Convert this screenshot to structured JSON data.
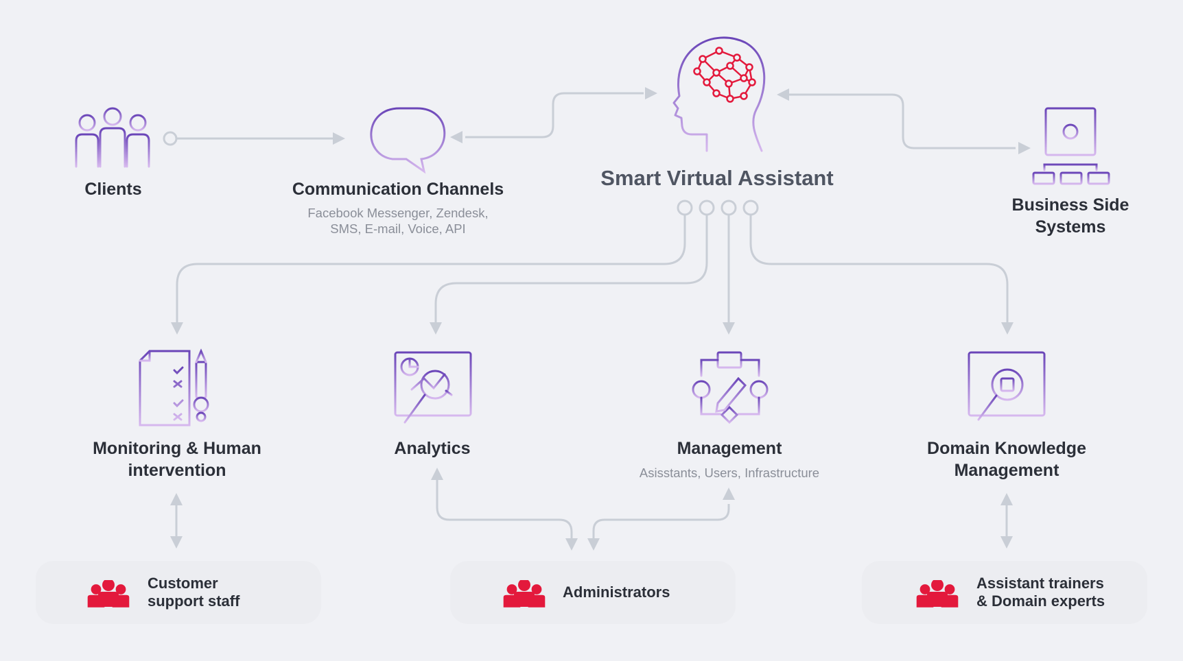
{
  "colors": {
    "background": "#f0f1f5",
    "connector": "#c9ced6",
    "icon_purple": "#6a45b8",
    "icon_light": "#c8a9e6",
    "brain_red": "#e3193c",
    "people_red": "#e3193c",
    "card_bg": "#ecedf1"
  },
  "top_row": {
    "clients": {
      "label": "Clients",
      "icon": "people-group-icon"
    },
    "channels": {
      "label": "Communication Channels",
      "subtitle_line1": "Facebook Messenger, Zendesk,",
      "subtitle_line2": "SMS, E-mail, Voice, API",
      "icon": "chat-bubble-icon"
    },
    "assistant": {
      "label": "Smart Virtual Assistant",
      "icon": "brain-head-icon"
    },
    "business": {
      "label_line1": "Business Side",
      "label_line2": "Systems",
      "icon": "server-network-icon"
    }
  },
  "modules": {
    "monitoring": {
      "label_line1": "Monitoring & Human",
      "label_line2": "intervention",
      "icon": "checklist-icon"
    },
    "analytics": {
      "label": "Analytics",
      "icon": "analytics-monitor-icon"
    },
    "management": {
      "label": "Management",
      "subtitle": "Asisstants, Users, Infrastructure",
      "icon": "workflow-icon"
    },
    "domain": {
      "label_line1": "Domain Knowledge",
      "label_line2": "Management",
      "icon": "data-search-icon"
    }
  },
  "roles": {
    "support": {
      "label_line1": "Customer",
      "label_line2": "support staff",
      "icon": "people-icon"
    },
    "admins": {
      "label": "Administrators",
      "icon": "people-icon"
    },
    "trainers": {
      "label_line1": "Assistant trainers",
      "label_line2": "& Domain experts",
      "icon": "people-icon"
    }
  }
}
